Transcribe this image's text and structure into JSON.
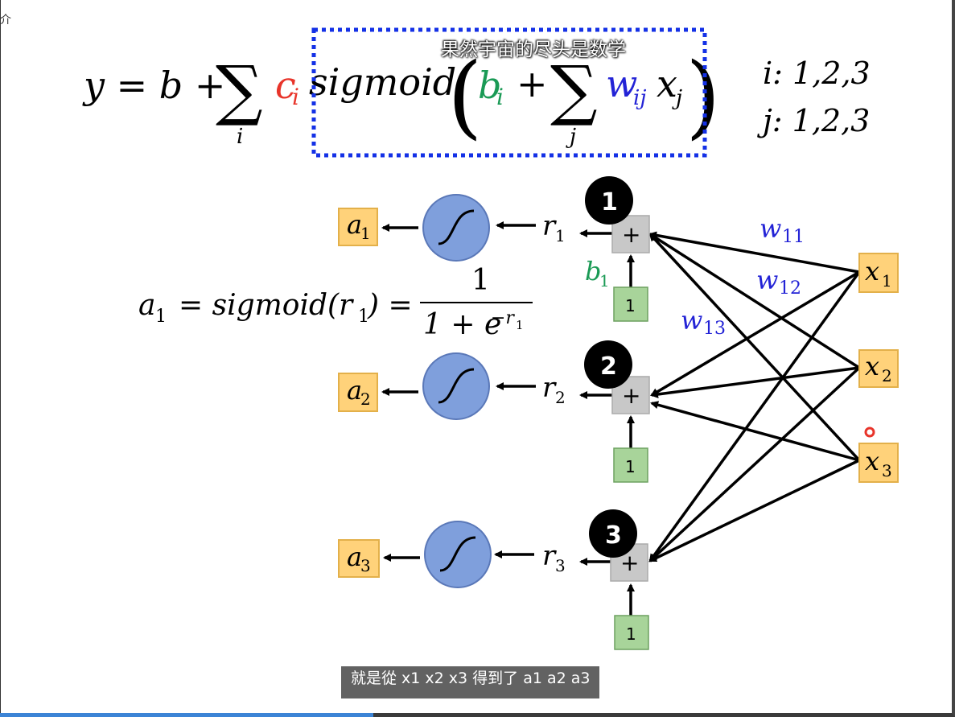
{
  "colors": {
    "c_red": "#e8342a",
    "b_green": "#1a9a55",
    "w_blue": "#2323d6",
    "box_orange": "#ffd27a",
    "box_green": "#a8d49a",
    "plus_gray": "#c8c8c8",
    "sigmoid_blue": "#7f9fdc",
    "dash_blue": "#1431e6",
    "progress_blue": "#3c84d6"
  },
  "formula": {
    "lhs": "y = b +",
    "sigma": "∑",
    "sum_index_i": "i",
    "c": "c",
    "c_sub": "i",
    "sigmoid": "sigmoid",
    "b": "b",
    "b_sub": "i",
    "plus": "+",
    "sum_index_j": "j",
    "w": "w",
    "w_sub": "ij",
    "x": "x",
    "x_sub": "j",
    "range_i": "i: 1,2,3",
    "range_j": "j: 1,2,3"
  },
  "sigmoid_formula": {
    "lhs": "a",
    "lhs_sub": "1",
    "middle": "= sigmoid(r",
    "middle_sub": "1",
    "close": ") =",
    "numerator": "1",
    "denominator": "1 + e",
    "exp": "−r",
    "exp_sub": "1"
  },
  "diagram": {
    "neurons": [
      {
        "badge": "1",
        "plus": "+",
        "bias_value": "1",
        "r": "r",
        "r_sub": "1",
        "a": "a",
        "a_sub": "1"
      },
      {
        "badge": "2",
        "plus": "+",
        "bias_value": "1",
        "r": "r",
        "r_sub": "2",
        "a": "a",
        "a_sub": "2"
      },
      {
        "badge": "3",
        "plus": "+",
        "bias_value": "1",
        "r": "r",
        "r_sub": "3",
        "a": "a",
        "a_sub": "3"
      }
    ],
    "inputs": [
      {
        "x": "x",
        "sub": "1"
      },
      {
        "x": "x",
        "sub": "2"
      },
      {
        "x": "x",
        "sub": "3"
      }
    ],
    "bias_label": {
      "b": "b",
      "sub": "1"
    },
    "weight_labels": [
      {
        "w": "w",
        "sub": "11"
      },
      {
        "w": "w",
        "sub": "12"
      },
      {
        "w": "w",
        "sub": "13"
      }
    ]
  },
  "subtitles": {
    "top": "果然宇宙的尽头是数学",
    "bottom": "就是從 x1 x2 x3 得到了 a1 a2 a3"
  },
  "corner_glyph": "介"
}
